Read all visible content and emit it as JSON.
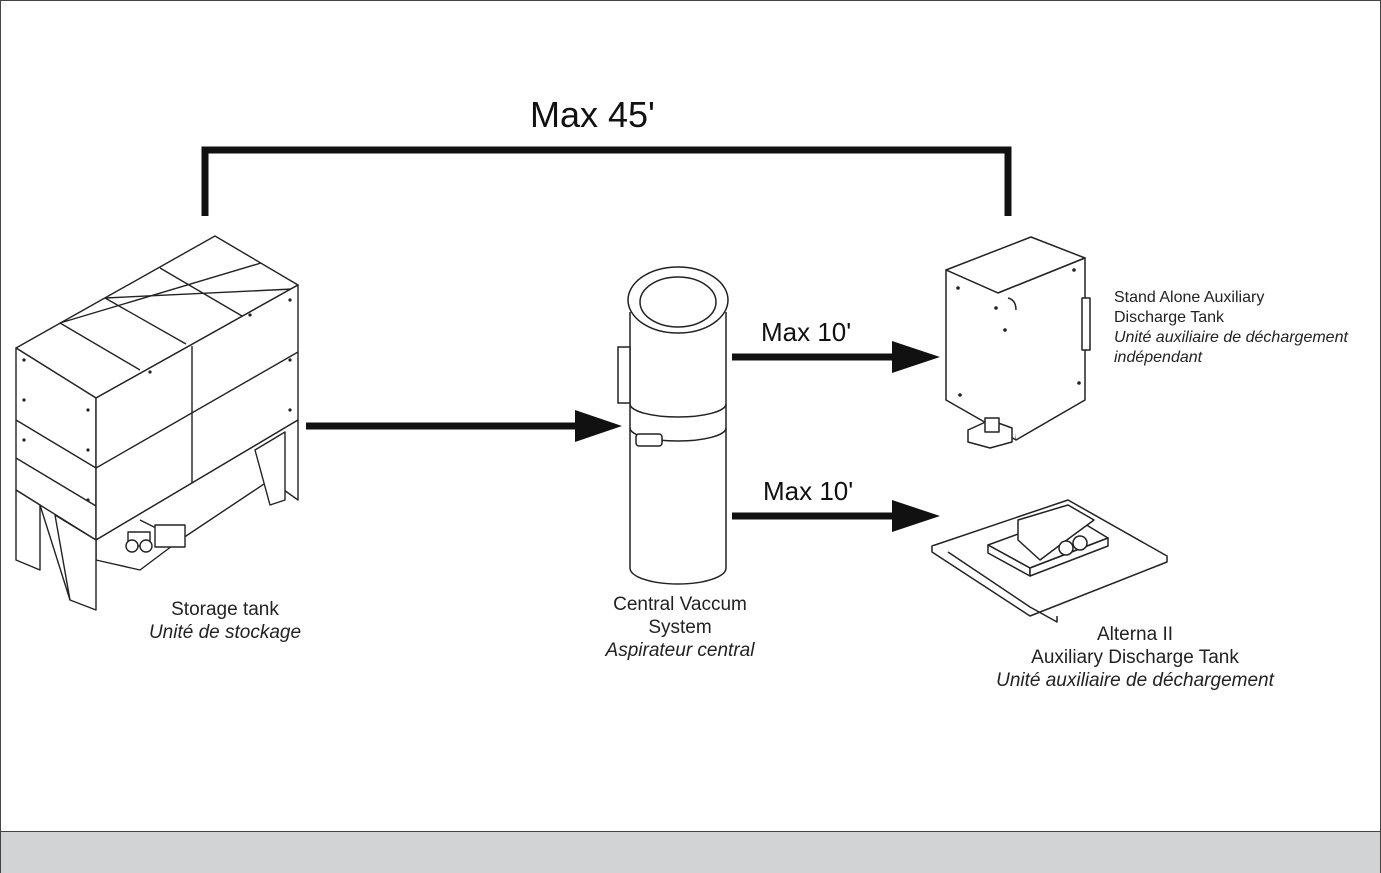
{
  "dimensions": {
    "overall": "Max 45'",
    "to_standalone": "Max 10'",
    "to_alterna": "Max 10'"
  },
  "storage_tank": {
    "name_en": "Storage tank",
    "name_fr": "Unité de stockage"
  },
  "central_vacuum": {
    "name_en_line1": "Central Vaccum",
    "name_en_line2": "System",
    "name_fr": "Aspirateur central"
  },
  "standalone_tank": {
    "name_en_line1": "Stand Alone Auxiliary",
    "name_en_line2": "Discharge Tank",
    "name_fr_line1": "Unité auxiliaire de déchargement",
    "name_fr_line2": "indépendant"
  },
  "alterna_tank": {
    "name_en_line1": "Alterna II",
    "name_en_line2": "Auxiliary Discharge Tank",
    "name_fr": "Unité auxiliaire de déchargement"
  },
  "colors": {
    "line": "#111111",
    "footer": "#d2d3d5"
  }
}
